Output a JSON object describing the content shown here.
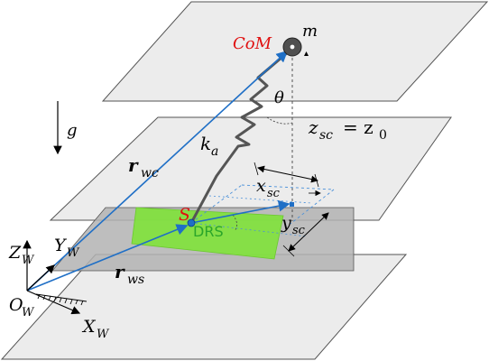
{
  "labels": {
    "com": "CoM",
    "mass": "m",
    "gravity": "g",
    "theta": "θ",
    "z_sc_lhs": "z",
    "z_sc_lhs_sub": "sc",
    "z_sc_eq": "= z",
    "z_sc_rhs_sub": "0",
    "ka": "k",
    "ka_sub": "a",
    "r_wc": "r",
    "r_wc_sub": "wc",
    "r_ws": "r",
    "r_ws_sub": "ws",
    "s_point": "S",
    "drs": "DRS",
    "x_sc": "x",
    "x_sc_sub": "sc",
    "y_sc": "y",
    "y_sc_sub": "sc",
    "z_w": "Z",
    "z_w_sub": "W",
    "y_w": "Y",
    "y_w_sub": "W",
    "x_w": "X",
    "x_w_sub": "W",
    "o_w": "O",
    "o_w_sub": "W"
  },
  "colors": {
    "plane_fill": "#ececec",
    "plane_stroke": "#555555",
    "shadow_fill": "#b3b3b3",
    "drs_fill": "#7fe23a",
    "vector_blue": "#1f6fc6",
    "com_red": "#e01010",
    "drs_green": "#2aa52a",
    "spring_gray": "#555555",
    "dashed_blue": "#4a90d9"
  }
}
